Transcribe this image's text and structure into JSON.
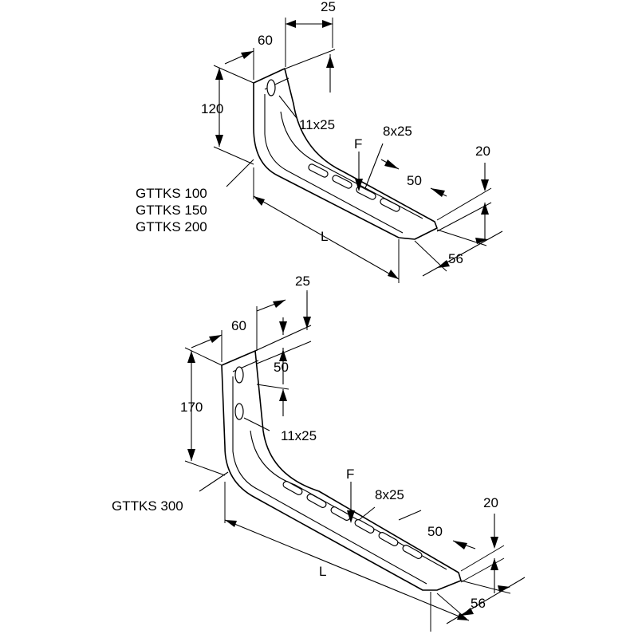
{
  "top_bracket": {
    "dim_width": "25",
    "dim_back": "60",
    "dim_height": "120",
    "dim_hole": "11x25",
    "load_label": "F",
    "dim_slot": "8x25",
    "dim_pitch": "50",
    "dim_lip": "20",
    "dim_depth": "56",
    "dim_length": "L",
    "models": [
      "GTTKS 100",
      "GTTKS 150",
      "GTTKS 200"
    ]
  },
  "bottom_bracket": {
    "dim_width": "25",
    "dim_back": "60",
    "dim_height": "170",
    "dim_hole_pitch": "50",
    "dim_hole": "11x25",
    "load_label": "F",
    "dim_slot": "8x25",
    "dim_pitch": "50",
    "dim_lip": "20",
    "dim_depth": "56",
    "dim_length": "L",
    "models": [
      "GTTKS 300"
    ]
  }
}
